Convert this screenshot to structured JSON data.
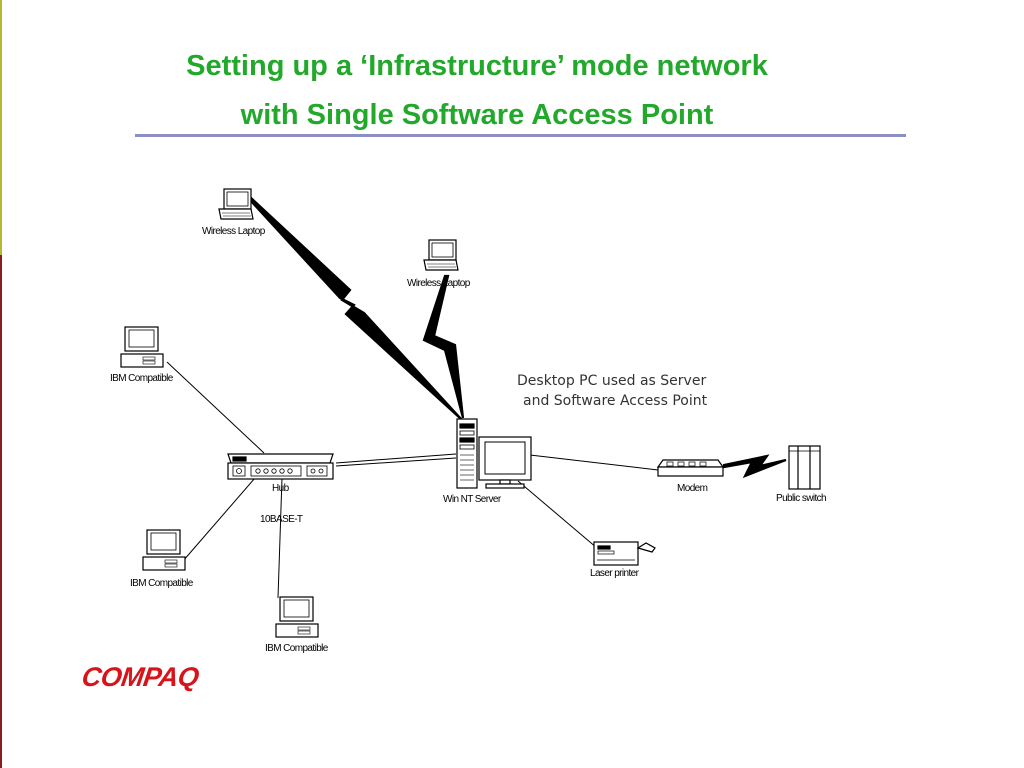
{
  "slide": {
    "title_line1": "Setting up a ‘Infrastructure’ mode network",
    "title_line2": "with Single Software Access Point",
    "logo": "COMPAQ",
    "colors": {
      "title": "#22a82a",
      "rule": "#8c8fc0",
      "logo": "#d7141a"
    }
  },
  "diagram": {
    "note_line1": "Desktop PC used as Server",
    "note_line2": "and Software Access Point",
    "nodes": {
      "wireless_laptop_1": "Wireless Laptop",
      "wireless_laptop_2": "Wireless Laptop",
      "ibm_compatible_1": "IBM Compatible",
      "ibm_compatible_2": "IBM Compatible",
      "ibm_compatible_3": "IBM Compatible",
      "hub": "Hub",
      "cable": "10BASE-T",
      "server": "Win NT Server",
      "modem": "Modem",
      "public_switch": "Public switch",
      "laser_printer": "Laser printer"
    }
  }
}
